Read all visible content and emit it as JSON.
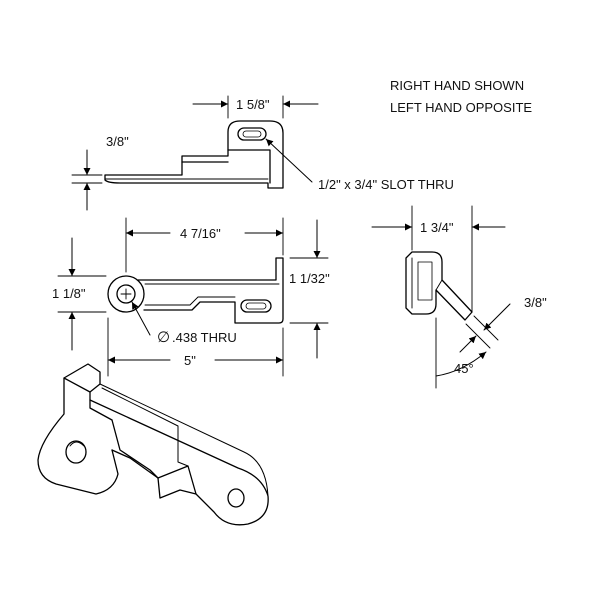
{
  "notes": {
    "line1": "RIGHT HAND SHOWN",
    "line2": "LEFT HAND OPPOSITE"
  },
  "top_view": {
    "width_dim": "1 5/8\"",
    "height_dim": "3/8\"",
    "slot_callout": "1/2\" x 3/4\" SLOT THRU"
  },
  "front_view": {
    "span_dim": "4 7/16\"",
    "right_height_dim": "1 1/32\"",
    "left_height_dim": "1 1/8\"",
    "hole_callout": ".438 THRU",
    "diameter_symbol": "∅",
    "overall_dim": "5\""
  },
  "side_view": {
    "width_dim": "1 3/4\"",
    "tab_dim": "3/8\"",
    "angle_dim": "45°"
  }
}
